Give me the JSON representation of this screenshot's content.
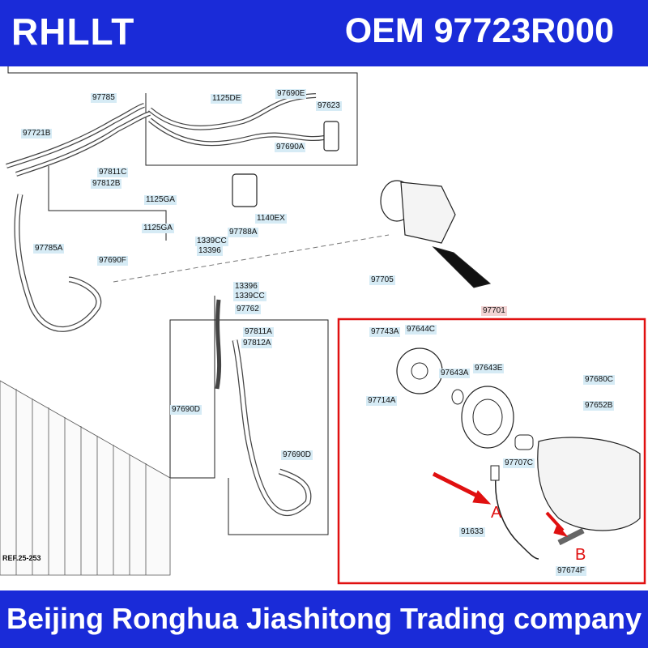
{
  "header": {
    "brand": "RHLLT",
    "oem": "OEM 97723R000"
  },
  "footer": {
    "company": "Beijing Ronghua Jiashitong Trading company"
  },
  "callouts": {
    "p97785": "97785",
    "p1125DE": "1125DE",
    "p97690E": "97690E",
    "p97623": "97623",
    "p97721B": "97721B",
    "p97690A": "97690A",
    "p97811C": "97811C",
    "p97812B": "97812B",
    "p1125GA_1": "1125GA",
    "p1125GA_2": "1125GA",
    "p1140EX": "1140EX",
    "p97788A": "97788A",
    "p1339CC_1": "1339CC",
    "p13396_1": "13396",
    "p97785A": "97785A",
    "p97690F": "97690F",
    "p97705": "97705",
    "p13396_2": "13396",
    "p1339CC_2": "1339CC",
    "p97762": "97762",
    "p97701": "97701",
    "p97811A": "97811A",
    "p97812A": "97812A",
    "p97690D_1": "97690D",
    "p97690D_2": "97690D",
    "p97743A": "97743A",
    "p97644C": "97644C",
    "p97643A": "97643A",
    "p97643E": "97643E",
    "p97714A": "97714A",
    "p97680C": "97680C",
    "p97652B": "97652B",
    "p97707C": "97707C",
    "p91633": "91633",
    "p97674F": "97674F",
    "ref": "REF.25-253"
  },
  "markers": {
    "a": "A",
    "b": "B"
  },
  "colors": {
    "banner": "#1a2bd8",
    "label_bg": "#d6ebf5",
    "highlight_box": "#e01010"
  }
}
